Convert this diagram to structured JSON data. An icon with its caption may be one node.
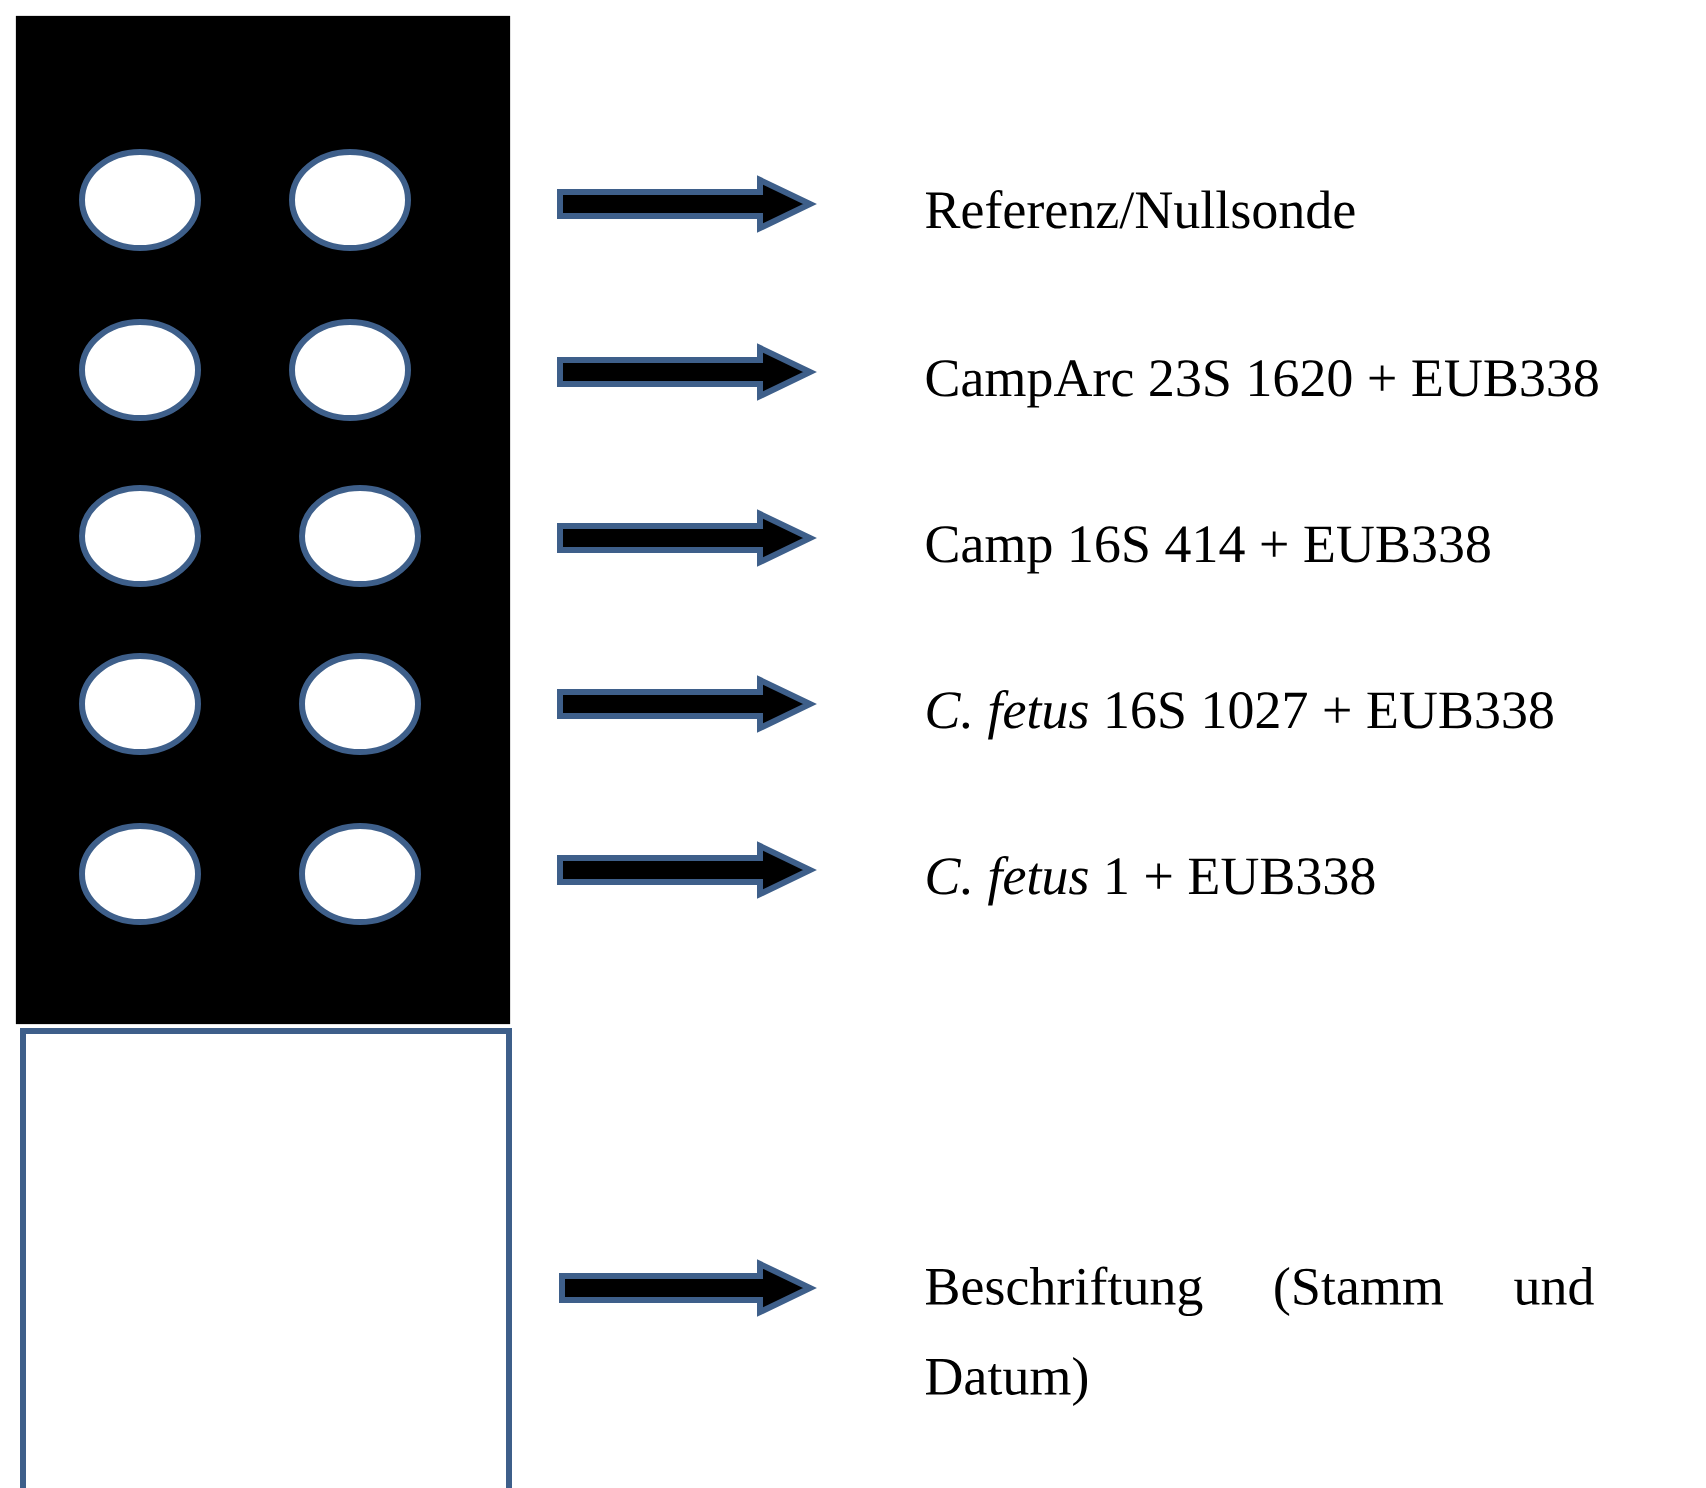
{
  "diagram": {
    "nodes": [
      {
        "text": [],
        "shape": "box"
      },
      {
        "text": [],
        "shape": "box"
      },
      {
        "text": [
          "Referenz/Nullsonde"
        ]
      },
      {
        "text": [
          "CampArc 23S 1620 + EUB338"
        ]
      },
      {
        "text": [
          "Camp 16S 414 + EUB338"
        ]
      },
      {
        "text": [
          "*C. fetus* 16S 1027 + EUB338"
        ]
      },
      {
        "text": [
          "*C. fetus* 1 + EUB338"
        ]
      },
      {
        "text": [
          "Beschriftung (Stamm und Datum)"
        ]
      }
    ],
    "edges": [
      {
        "from": 0,
        "to": 2,
        "arrow": "to"
      },
      {
        "from": 0,
        "to": 3,
        "arrow": "to"
      },
      {
        "from": 0,
        "to": 4,
        "arrow": "to"
      },
      {
        "from": 0,
        "to": 5,
        "arrow": "to"
      },
      {
        "from": 0,
        "to": 6,
        "arrow": "to"
      },
      {
        "from": 1,
        "to": 7,
        "arrow": "to"
      }
    ]
  }
}
